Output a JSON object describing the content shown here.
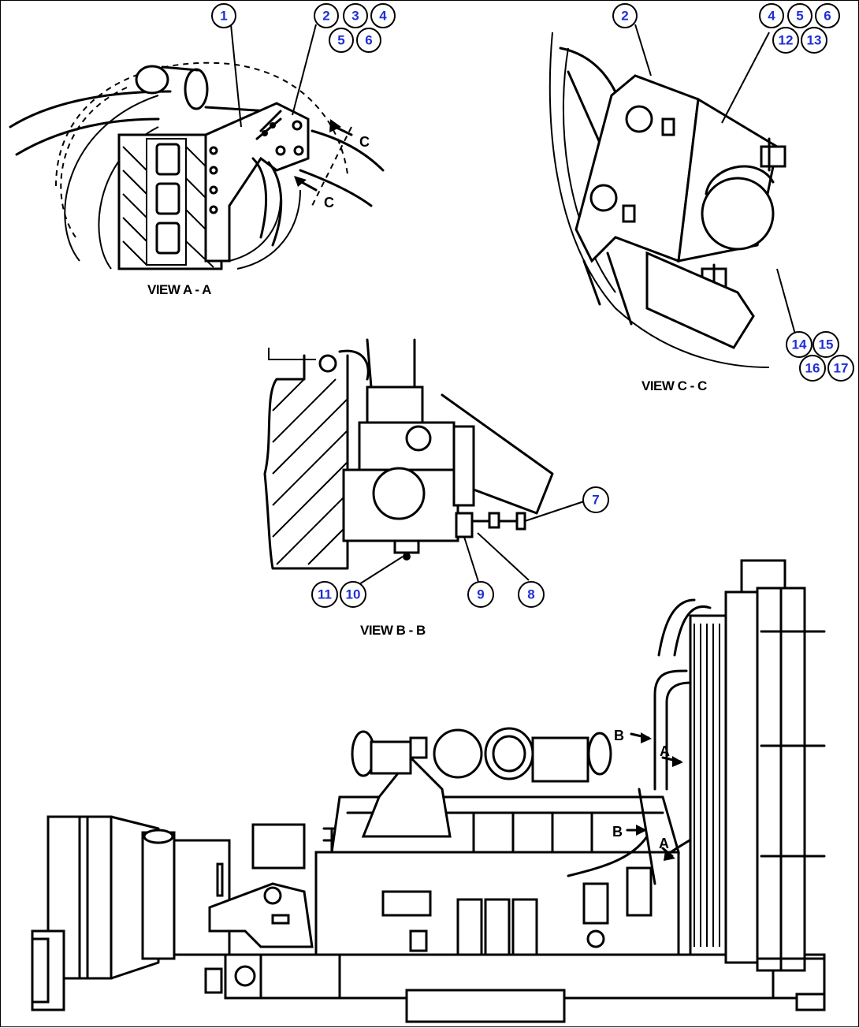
{
  "views": {
    "a": "VIEW A - A",
    "b": "VIEW B - B",
    "c": "VIEW C - C"
  },
  "section_letters": {
    "c": "C",
    "a": "A",
    "b": "B"
  },
  "callouts": {
    "a1": "1",
    "a2": "2",
    "a3": "3",
    "a4": "4",
    "a5": "5",
    "a6": "6",
    "c2": "2",
    "c4": "4",
    "c5": "5",
    "c6": "6",
    "c12": "12",
    "c13": "13",
    "c14": "14",
    "c15": "15",
    "c16": "16",
    "c17": "17",
    "b7": "7",
    "b8": "8",
    "b9": "9",
    "b10": "10",
    "b11": "11"
  },
  "colors": {
    "callout_text": "#1f2fd6",
    "line": "#000000",
    "background": "#ffffff"
  }
}
